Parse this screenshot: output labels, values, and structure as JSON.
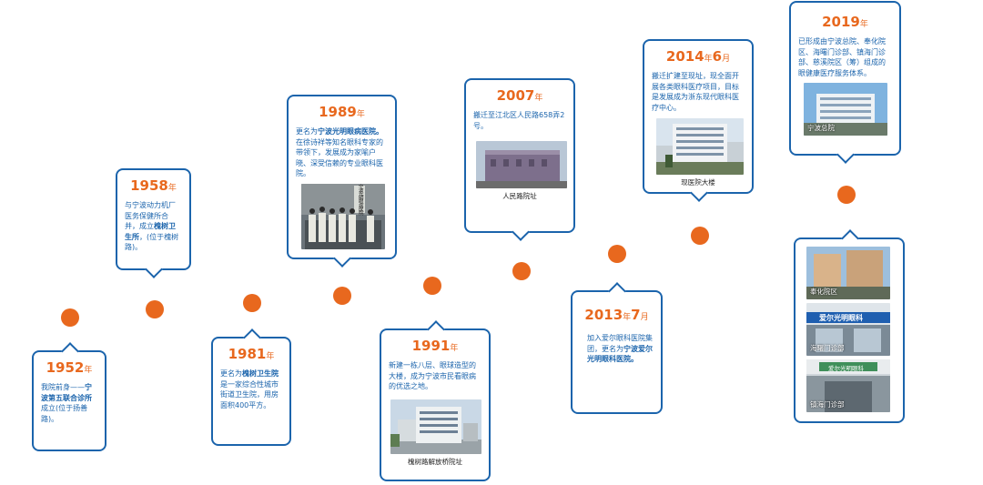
{
  "milestones": [
    {
      "year": "1952",
      "unit": "年",
      "t1": "我院前身——",
      "bold": "宁波第五联合诊所",
      "t2": "成立(位于扬善路)。"
    },
    {
      "year": "1958",
      "unit": "年",
      "t1": "与宁波动力机厂医务保健所合并，成立",
      "bold": "槐树卫生所",
      "t2": "，(位于槐树路)。"
    },
    {
      "year": "1981",
      "unit": "年",
      "t1": "更名为",
      "bold": "槐树卫生院",
      "t2": "是一家综合性城市街道卫生院，用房面积400平方。"
    },
    {
      "year": "1989",
      "unit": "年",
      "t1": "更名为",
      "bold": "宁波光明眼病医院。",
      "t2": "在徐诗祥等知名眼科专家的带领下，发展成为家喻户晓、深受信赖的专业眼科医院。"
    },
    {
      "year": "1991",
      "unit": "年",
      "t1": "新建一栋八层、眼球造型的大楼，成为宁波市民看眼病的优选之地。",
      "bold": "",
      "t2": "",
      "caption": "槐树路解放桥院址"
    },
    {
      "year": "2007",
      "unit": "年",
      "t1": "搬迁至江北区人民路658弄2号。",
      "bold": "",
      "t2": "",
      "caption": "人民路院址"
    },
    {
      "year": "2013",
      "unit": "年",
      "month": "7",
      "munit": "月",
      "t1": "加入爱尔眼科医院集团，更名为",
      "bold": "宁波爱尔光明眼科医院。",
      "t2": ""
    },
    {
      "year": "2014",
      "unit": "年",
      "month": "6",
      "munit": "月",
      "t1": "搬迁扩建至现址，现全面开展各类眼科医疗项目，目标是发展成为浙东现代眼科医疗中心。",
      "bold": "",
      "t2": "",
      "caption": "现医院大楼"
    },
    {
      "year": "2019",
      "unit": "年",
      "t1": "已形成由宁波总院、奉化院区、海曙门诊部、镇海门诊部、慈溪院区（筹）组成的眼健康医疗服务体系。",
      "bold": "",
      "t2": "",
      "photo_label": "宁波总院"
    }
  ],
  "branches": [
    {
      "label": "奉化院区"
    },
    {
      "label": "海曙门诊部",
      "sign": "爱尔光明眼科"
    },
    {
      "label": "镇海门诊部",
      "sign": "爱尔光明眼科"
    }
  ],
  "photo_texts": {
    "hospital_1989_sign": "宁波光明眼病医院",
    "sign_2013": "爱尔光明眼科"
  },
  "colors": {
    "accent": "#e8681e",
    "border": "#1b64ac"
  }
}
